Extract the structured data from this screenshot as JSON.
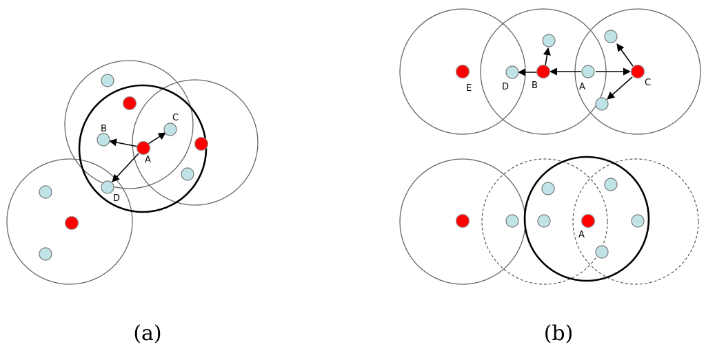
{
  "panel_a": {
    "caption": "(a)",
    "labels": {
      "a": "A",
      "b": "B",
      "c": "C",
      "d": "D"
    }
  },
  "panel_b": {
    "caption": "(b)",
    "top_labels": {
      "e": "E",
      "d": "D",
      "b": "B",
      "a": "A",
      "c": "C"
    },
    "bottom_labels": {
      "a": "A"
    }
  },
  "colors": {
    "cluster_head": "#ff0000",
    "node": "#bfe3e6",
    "outline": "#777777",
    "highlight_range": "#000000"
  }
}
